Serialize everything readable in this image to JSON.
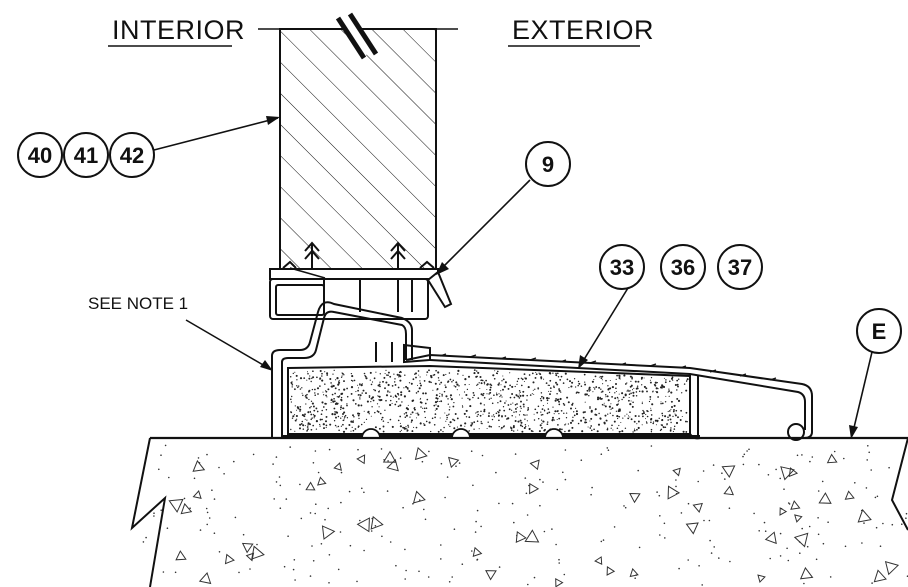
{
  "labels": {
    "interior": "INTERIOR",
    "exterior": "EXTERIOR",
    "see_note": "SEE NOTE 1"
  },
  "callouts": {
    "group_left": [
      "40",
      "41",
      "42"
    ],
    "group_right": [
      "33",
      "36",
      "37"
    ],
    "single_9": "9",
    "single_e": "E"
  },
  "colors": {
    "line": "#111111",
    "background": "#ffffff"
  }
}
